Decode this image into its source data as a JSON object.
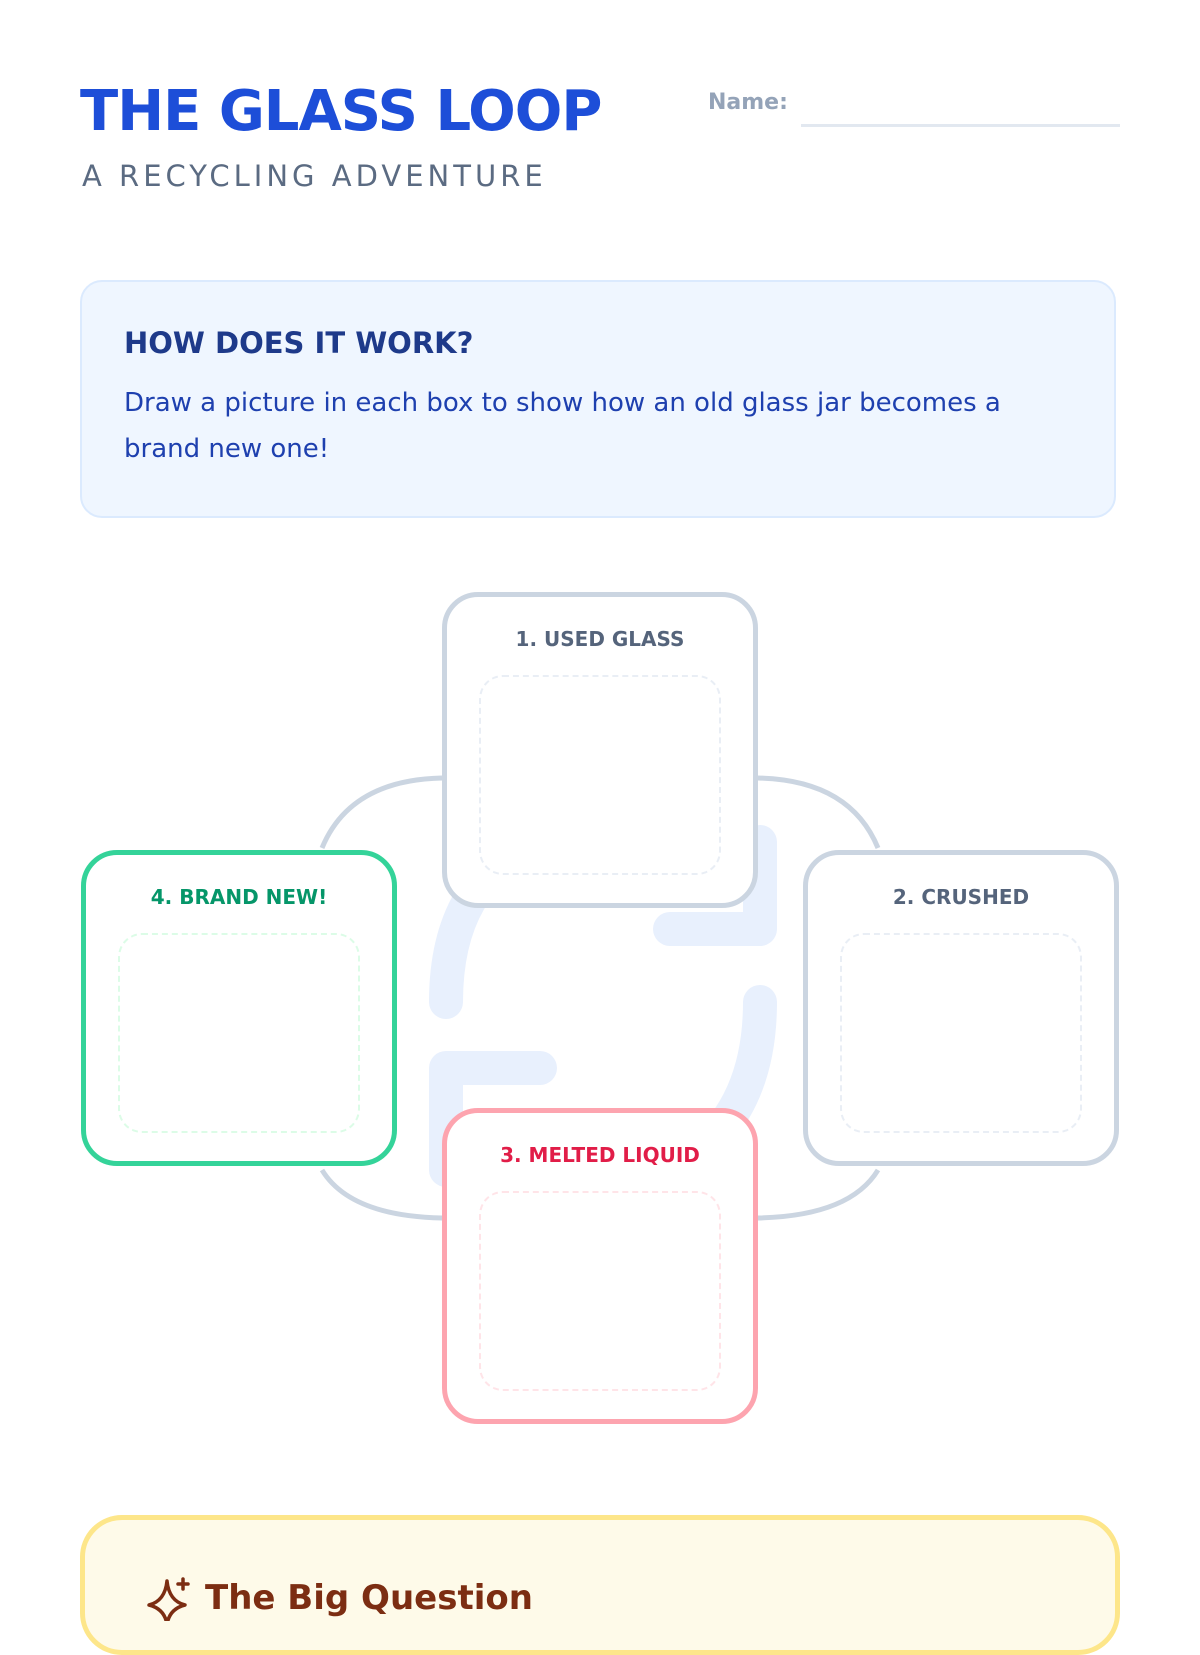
{
  "header": {
    "title": "THE GLASS LOOP",
    "subtitle": "A RECYCLING ADVENTURE",
    "name_label": "Name:",
    "name_value": "",
    "name_placeholder": ""
  },
  "info": {
    "heading": "HOW DOES IT WORK?",
    "text": "Draw a picture in each box to show how an old glass jar becomes a brand new one!"
  },
  "cycle": {
    "center_icon": "recycle-arrows-icon",
    "steps": [
      {
        "label": "1. USED GLASS",
        "color": "#55647b",
        "border": "#cbd5e1"
      },
      {
        "label": "2. CRUSHED",
        "color": "#55647b",
        "border": "#cbd5e1"
      },
      {
        "label": "3. MELTED LIQUID",
        "color": "#e11d48",
        "border": "#fda4af"
      },
      {
        "label": "4. BRAND NEW!",
        "color": "#059669",
        "border": "#34d399"
      }
    ]
  },
  "big_question": {
    "icon": "sparkle-icon",
    "title": "The Big Question"
  },
  "colors": {
    "title": "#1d4ed8",
    "info_bg": "#eff6ff",
    "connector": "#cbd5e1",
    "arrows": "#e8f0fd",
    "big_question_bg": "#fefae9",
    "big_question_border": "#fde68a"
  }
}
